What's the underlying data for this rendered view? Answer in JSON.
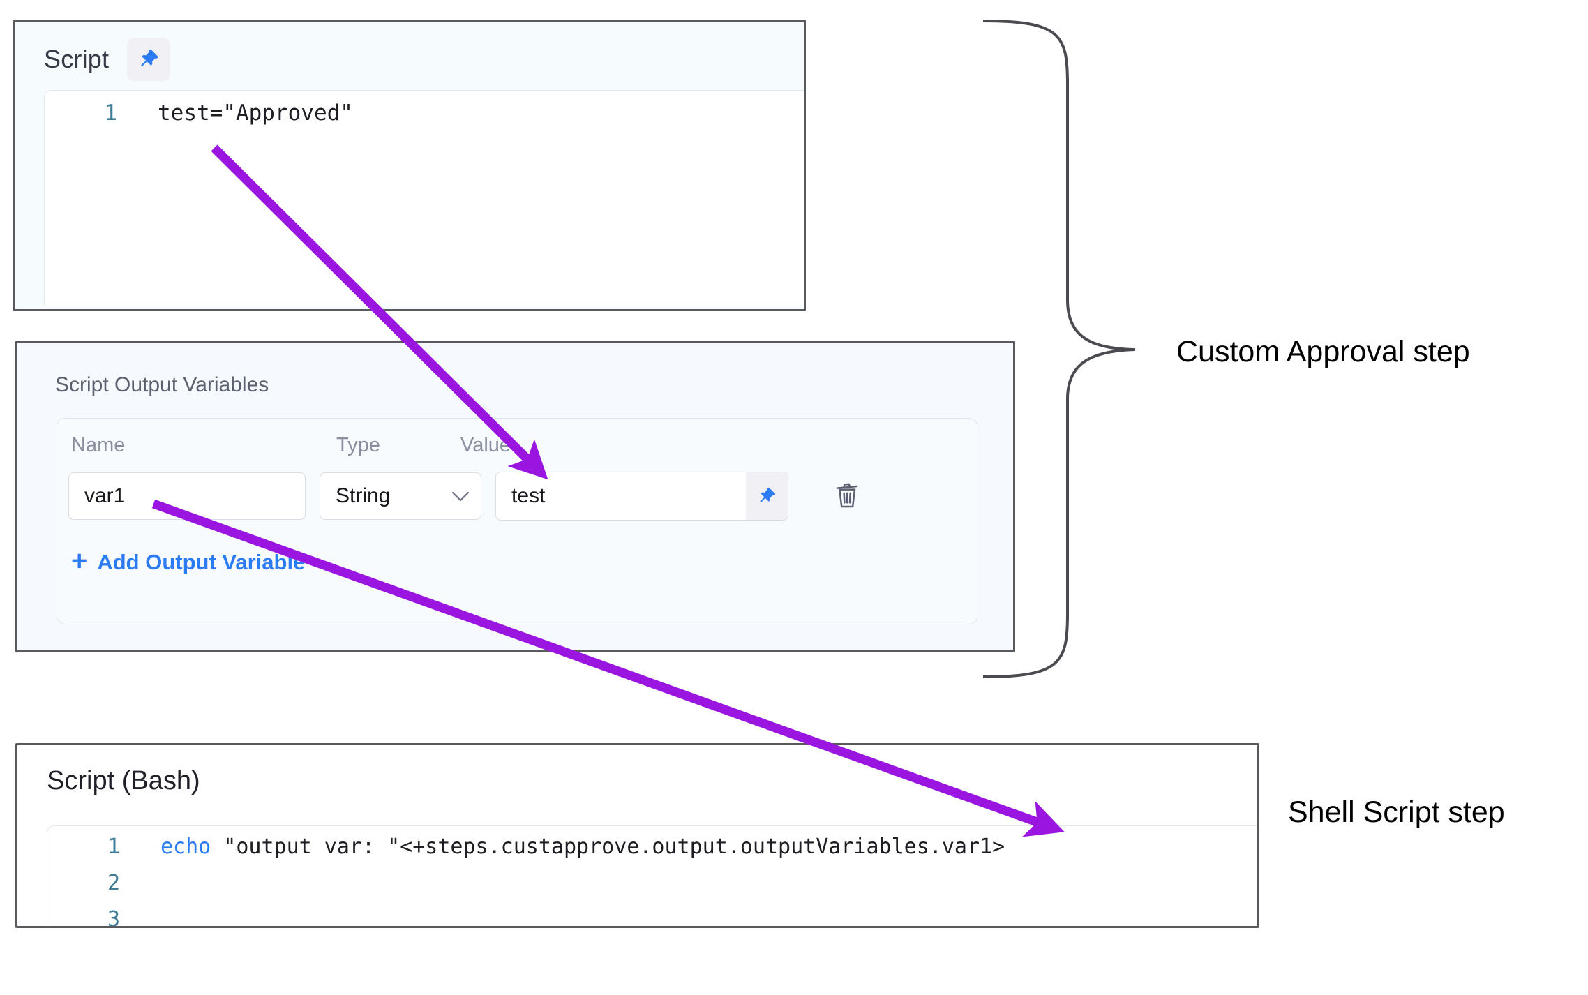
{
  "script_panel": {
    "title": "Script",
    "pin_icon": "pin-icon",
    "code": {
      "lines": [
        {
          "number": "1",
          "text": "test=\"Approved\""
        }
      ]
    }
  },
  "output_variables_panel": {
    "title": "Script Output Variables",
    "columns": {
      "name": "Name",
      "type": "Type",
      "value": "Value"
    },
    "rows": [
      {
        "name": "var1",
        "type": "String",
        "type_chevron_icon": "chevron-down-icon",
        "value": "test",
        "pin_icon": "pin-icon",
        "delete_icon": "trash-icon"
      }
    ],
    "add_variable": {
      "plus": "+",
      "label": "Add Output Variable"
    }
  },
  "bash_panel": {
    "title": "Script (Bash)",
    "code": {
      "lines": [
        {
          "number": "1",
          "keyword": "echo",
          "rest": " \"output var: \"<+steps.custapprove.output.outputVariables.var1>"
        },
        {
          "number": "2",
          "keyword": "",
          "rest": ""
        },
        {
          "number": "3",
          "keyword": "",
          "rest": ""
        }
      ]
    }
  },
  "annotations": {
    "brace_label": "Custom Approval step",
    "shell_label": "Shell Script step",
    "arrow_color": "#9b15e0",
    "brace_color": "#4a4a50"
  }
}
